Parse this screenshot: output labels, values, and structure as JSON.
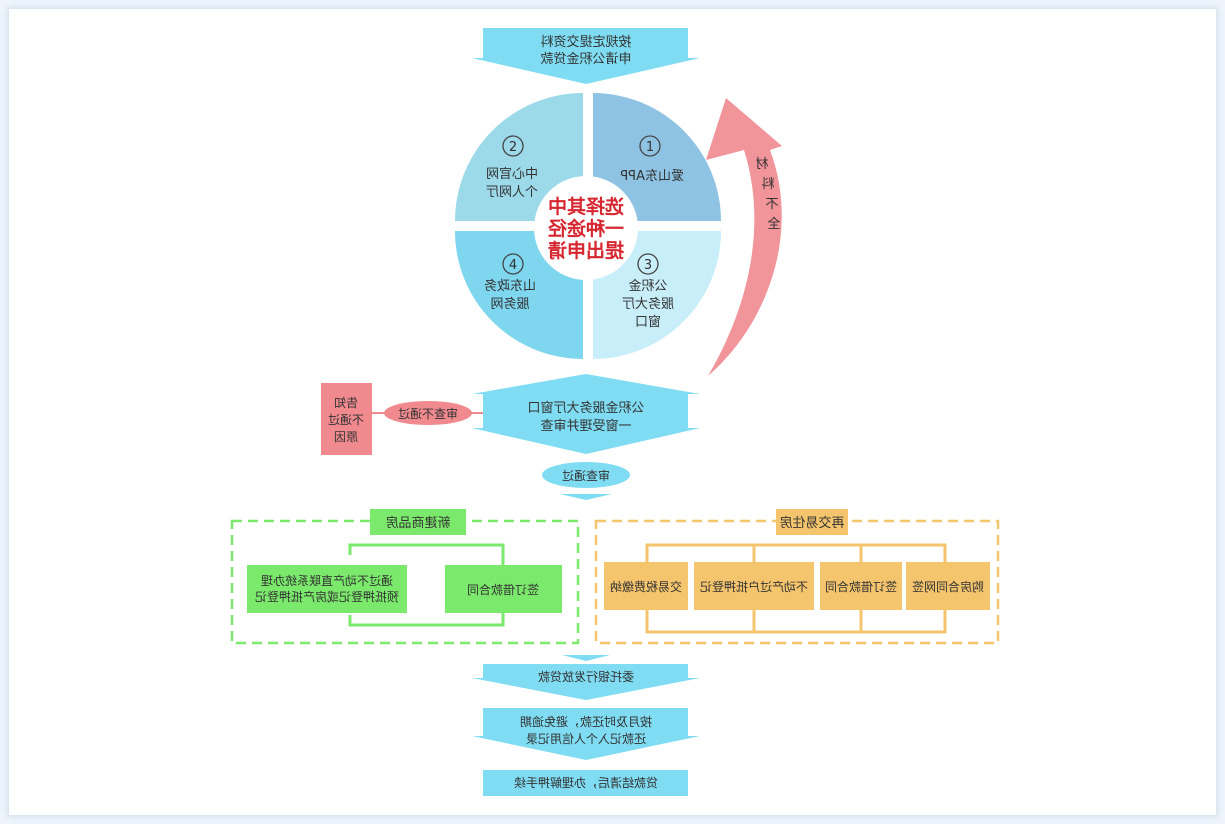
{
  "colors": {
    "cyan_arrow": "#7fdcf2",
    "quad1": "#8fc3e4",
    "quad2": "#9cd9e9",
    "quad3": "#c8eefa",
    "quad4": "#7fd6ef",
    "red_text": "#d6262f",
    "pink": "#f08a8f",
    "green": "#7bea6c",
    "orange": "#f5c56d"
  },
  "top": {
    "line1": "按规定提交资料",
    "line2": "申请公积金贷款"
  },
  "center": {
    "line1": "选择其中",
    "line2": "一种途径",
    "line3": "提出申请"
  },
  "quadrants": [
    {
      "num": "1",
      "lines": [
        "爱山东APP"
      ]
    },
    {
      "num": "2",
      "lines": [
        "中心官网",
        "个人网厅"
      ]
    },
    {
      "num": "3",
      "lines": [
        "公积金",
        "服务大厅",
        "窗口"
      ]
    },
    {
      "num": "4",
      "lines": [
        "山东政务",
        "服务网"
      ]
    }
  ],
  "return_arrow": {
    "chars": [
      "材",
      "料",
      "不",
      "全"
    ]
  },
  "review": {
    "line1": "公积金服务大厅窗口",
    "line2": "一窗受理并审查"
  },
  "fail": {
    "label": "审查不通过",
    "box": [
      "告知",
      "不通过",
      "原因"
    ]
  },
  "pass": {
    "label": "审查通过"
  },
  "new_house": {
    "title": "新建商品房",
    "box1": "签订借款合同",
    "box2_line1": "通过不动产直联系统办理",
    "box2_line2": "预抵押登记或房产抵押登记"
  },
  "resale": {
    "title": "再交易住房",
    "boxes": [
      "购房合同网签",
      "签订借款合同",
      "不动产过户抵押登记",
      "交易税费缴纳"
    ]
  },
  "steps": {
    "bank": "委托银行发放贷款",
    "repay_line1": "按月及时还款，避免逾期",
    "repay_line2": "还款记入个人信用记录",
    "final": "贷款结清后，办理解押手续"
  }
}
